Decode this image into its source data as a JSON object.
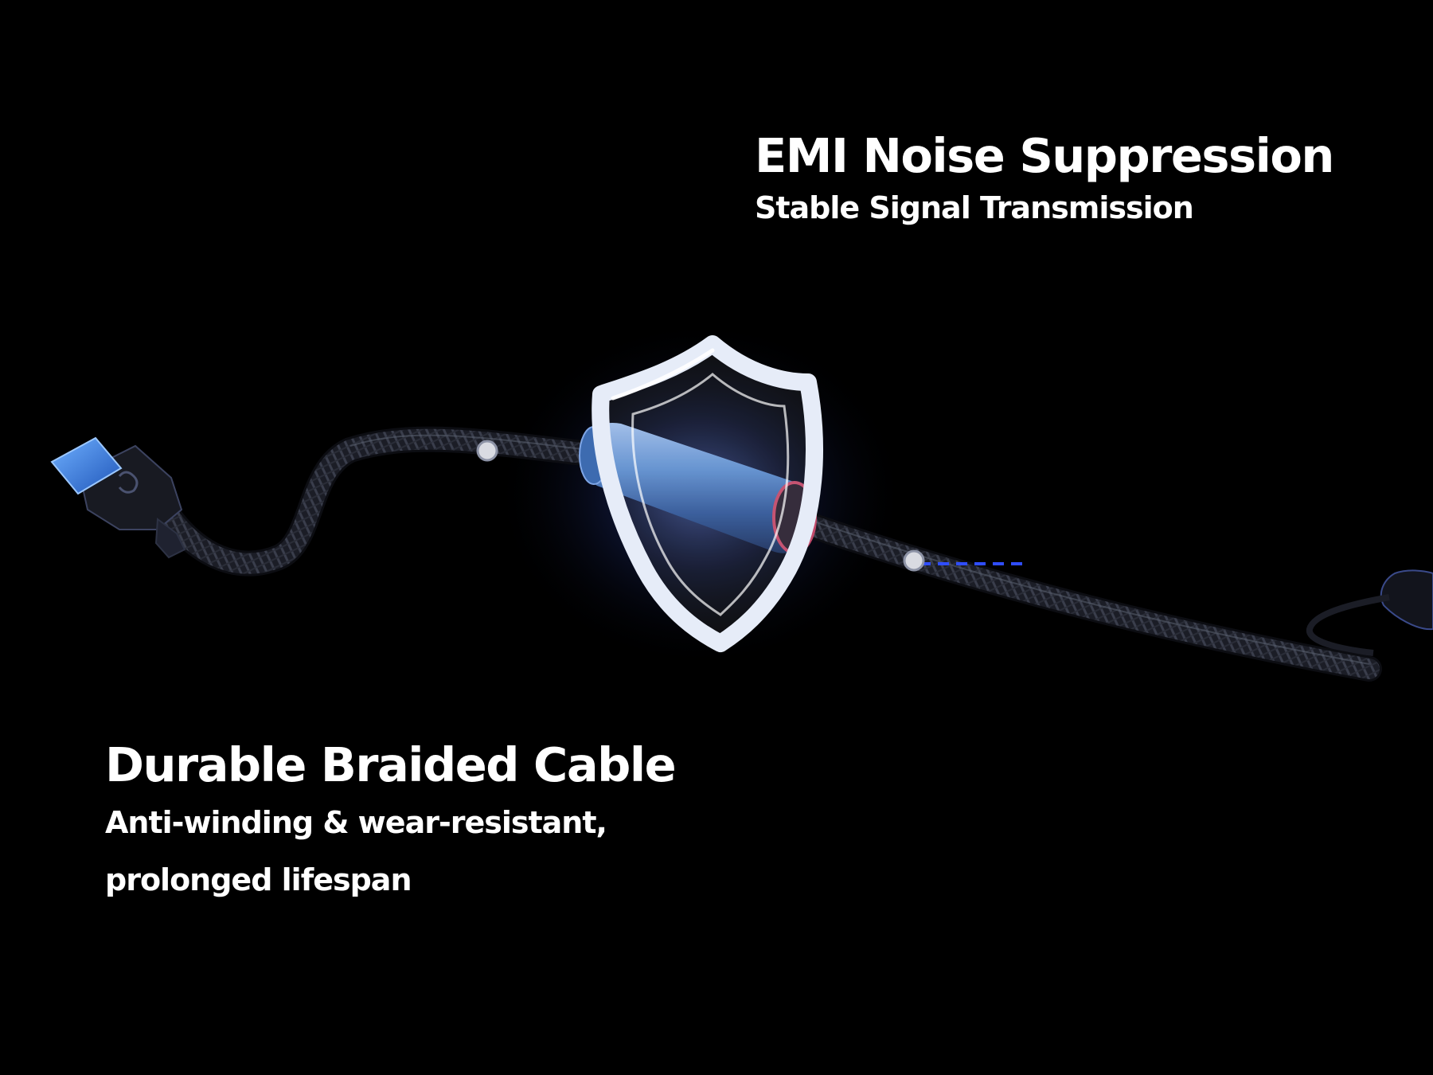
{
  "callouts": {
    "emi": {
      "title": "EMI Noise Suppression",
      "subtitle": "Stable Signal Transmission"
    },
    "braid": {
      "title": "Durable Braided Cable",
      "subtitle_lines": [
        "Anti-winding & wear-resistant,",
        "prolonged lifespan"
      ]
    }
  },
  "colors": {
    "background": "#000000",
    "text": "#ffffff",
    "accent_blue": "#2f4dff",
    "cable": "#1b1d26",
    "usb_blue": "#2f7be8",
    "shield_glass": "#dfe6f5",
    "ferrite_core": "#4e7fc2"
  },
  "icons": {
    "connector": "usb-a-plug",
    "shield": "shield-icon",
    "core": "ferrite-bead"
  }
}
